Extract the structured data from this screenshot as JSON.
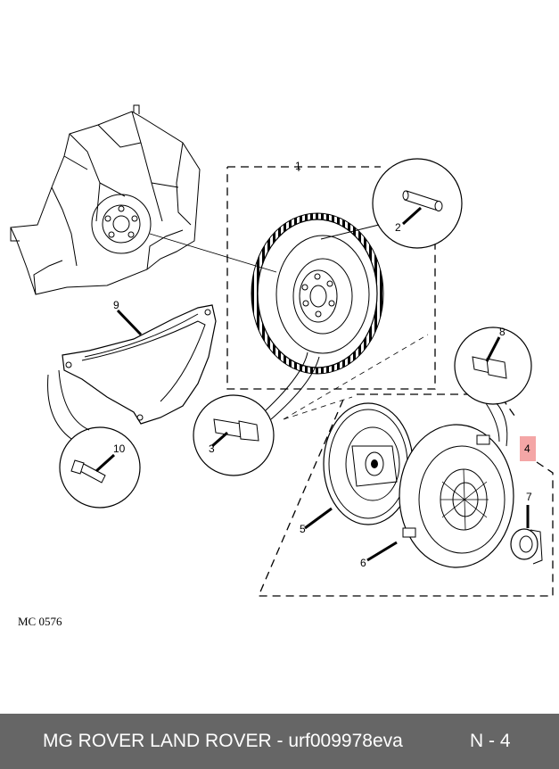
{
  "diagram": {
    "callouts": [
      "1",
      "2",
      "3",
      "4",
      "5",
      "6",
      "7",
      "8",
      "9",
      "10"
    ],
    "highlight_color": "#f4a6a6",
    "drawing_code": "MC 0576"
  },
  "footer": {
    "caption": "MG ROVER LAND ROVER - urf009978eva",
    "page": "N - 4",
    "background": "#666666"
  }
}
